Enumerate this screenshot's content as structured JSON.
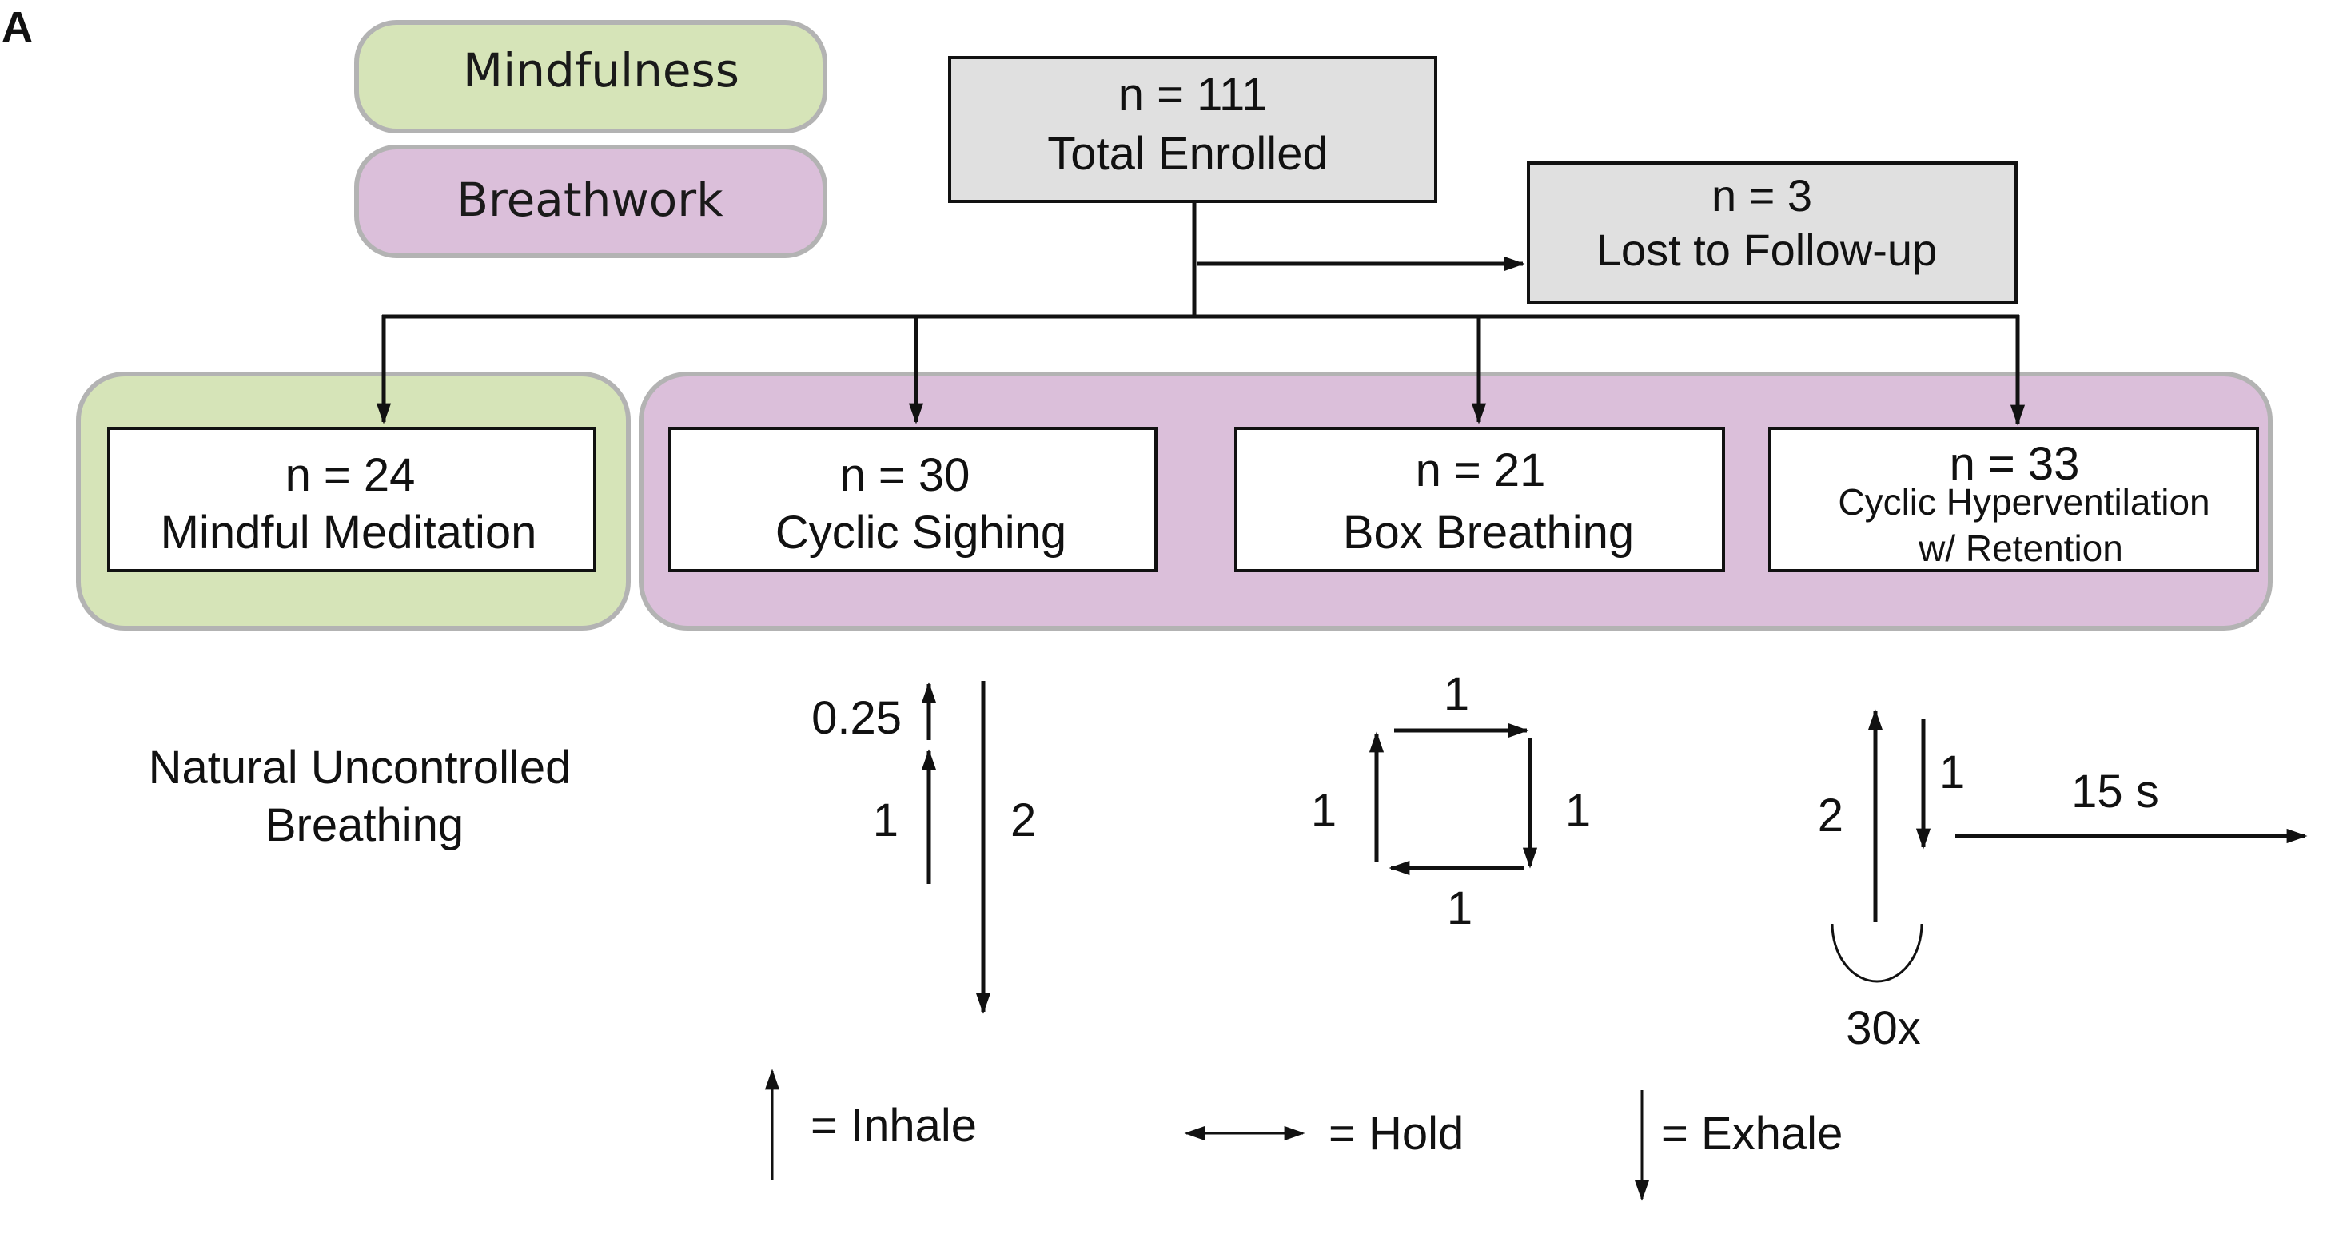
{
  "panel_label": "A",
  "legend": {
    "mindfulness": "Mindfulness",
    "breathwork": "Breathwork",
    "colors": {
      "mindfulness_fill": "#d6e4b8",
      "breathwork_fill": "#dbbfda",
      "pill_stroke": "#b3b3b3"
    }
  },
  "total": {
    "n": "n = 111",
    "label": "Total Enrolled",
    "fill": "#e0e0e0"
  },
  "lost": {
    "n": "n = 3",
    "label": "Lost to Follow-up",
    "fill": "#e0e0e0"
  },
  "groups": [
    {
      "n": "n = 24",
      "label": "Mindful Meditation"
    },
    {
      "n": "n = 30",
      "label": "Cyclic Sighing"
    },
    {
      "n": "n = 21",
      "label": "Box Breathing"
    },
    {
      "n": "n = 33",
      "label_line1": "Cyclic Hyperventilation",
      "label_line2": "w/ Retention"
    }
  ],
  "patterns": {
    "natural_line1": "Natural Uncontrolled",
    "natural_line2": "Breathing",
    "sighing": {
      "inhale2": "0.25",
      "inhale1": "1",
      "exhale": "2"
    },
    "box": {
      "top": "1",
      "right": "1",
      "bottom": "1",
      "left": "1"
    },
    "hyper": {
      "inhale": "2",
      "exhale": "1",
      "hold": "15 s",
      "repeat": "30x"
    }
  },
  "key": {
    "inhale": "= Inhale",
    "hold": "= Hold",
    "exhale": "= Exhale"
  }
}
